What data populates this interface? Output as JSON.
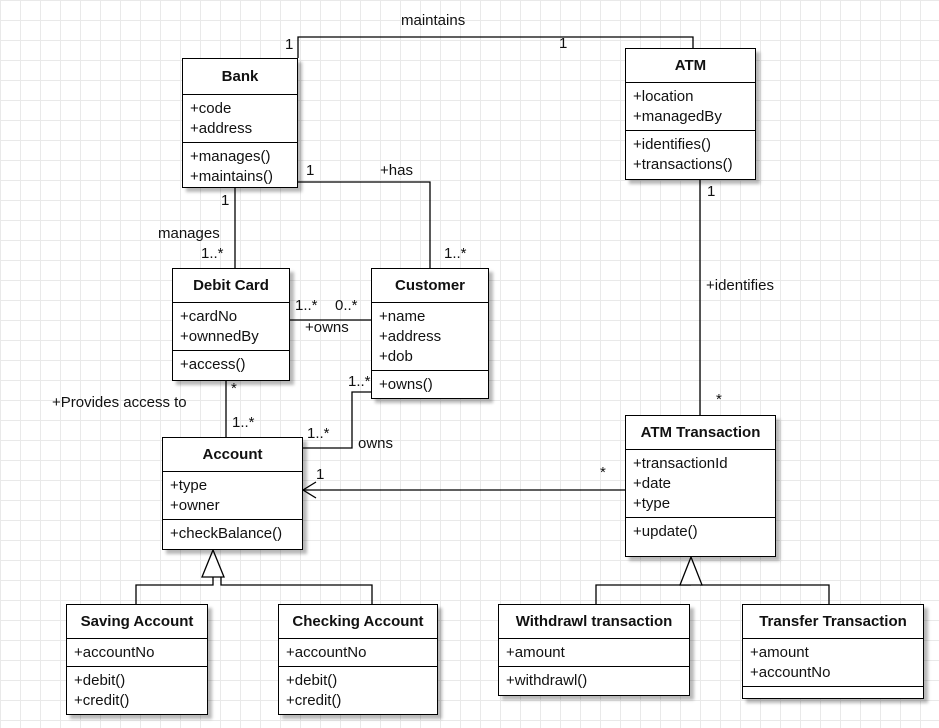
{
  "classes": {
    "bank": {
      "name": "Bank",
      "attributes": [
        "+code",
        "+address"
      ],
      "operations": [
        "+manages()",
        "+maintains()"
      ]
    },
    "atm": {
      "name": "ATM",
      "attributes": [
        "+location",
        "+managedBy"
      ],
      "operations": [
        "+identifies()",
        "+transactions()"
      ]
    },
    "debit_card": {
      "name": "Debit Card",
      "attributes": [
        "+cardNo",
        "+ownnedBy"
      ],
      "operations": [
        "+access()"
      ]
    },
    "customer": {
      "name": "Customer",
      "attributes": [
        "+name",
        "+address",
        "+dob"
      ],
      "operations": [
        "+owns()"
      ]
    },
    "account": {
      "name": "Account",
      "attributes": [
        "+type",
        "+owner"
      ],
      "operations": [
        "+checkBalance()"
      ]
    },
    "atm_transaction": {
      "name": "ATM Transaction",
      "attributes": [
        "+transactionId",
        "+date",
        "+type"
      ],
      "operations": [
        "+update()"
      ]
    },
    "saving_account": {
      "name": "Saving Account",
      "attributes": [
        "+accountNo"
      ],
      "operations": [
        "+debit()",
        "+credit()"
      ]
    },
    "checking_account": {
      "name": "Checking Account",
      "attributes": [
        "+accountNo"
      ],
      "operations": [
        "+debit()",
        "+credit()"
      ]
    },
    "withdrawl_transaction": {
      "name": "Withdrawl transaction",
      "attributes": [
        "+amount"
      ],
      "operations": [
        "+withdrawl()"
      ]
    },
    "transfer_transaction": {
      "name": "Transfer Transaction",
      "attributes": [
        "+amount",
        "+accountNo"
      ],
      "operations": []
    }
  },
  "relationships": {
    "bank_atm": {
      "label": "maintains",
      "bank_multiplicity": "1",
      "atm_multiplicity": "1"
    },
    "bank_customer": {
      "label": "+has",
      "bank_multiplicity": "1",
      "customer_multiplicity": "1..*"
    },
    "bank_debitcard": {
      "label": "manages",
      "bank_multiplicity": "1",
      "debitcard_multiplicity": "1..*"
    },
    "debitcard_customer": {
      "label": "+owns",
      "debitcard_multiplicity": "1..*",
      "customer_multiplicity": "0..*"
    },
    "debitcard_account": {
      "label": "+Provides access to",
      "debitcard_multiplicity": "*",
      "account_multiplicity": "1..*"
    },
    "customer_account": {
      "label": "owns",
      "customer_multiplicity": "1..*",
      "account_multiplicity": "1..*"
    },
    "atm_transaction": {
      "label": "+identifies",
      "atm_multiplicity": "1",
      "transaction_multiplicity": "*"
    },
    "transaction_account": {
      "account_multiplicity": "1",
      "transaction_multiplicity": "*"
    }
  }
}
